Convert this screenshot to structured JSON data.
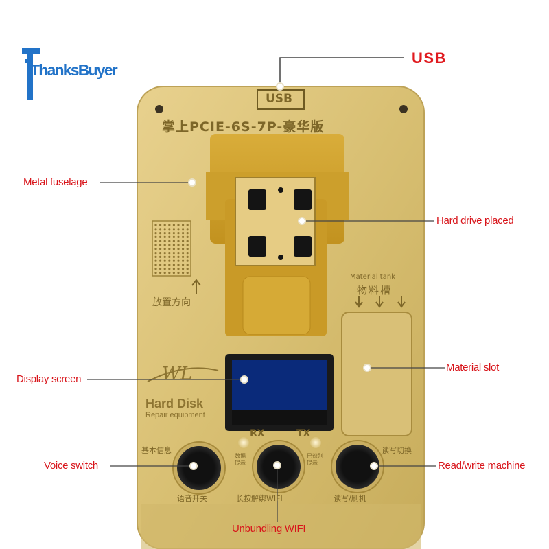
{
  "brand": {
    "name": "ThanksBuyer",
    "color": "#2273c8"
  },
  "device": {
    "usb_tag": "USB",
    "model_text": "掌上PCIE-6S-7P-豪华版",
    "placement_direction_text": "放置方向",
    "material_tank_en": "Material tank",
    "material_tank_cn": "物料槽",
    "logo_mark": "WL",
    "hard_disk_title": "Hard Disk",
    "hard_disk_subtitle": "Repair equipment",
    "rx_label": "RX",
    "tx_label": "TX",
    "basic_info": "基本信息",
    "data_prompt": "数据\n提示",
    "recognition_prompt": "已识别\n提示",
    "read_write_switch": "读写切换",
    "voice_switch_cn": "语音开关",
    "long_press_unbind_wifi": "长按解绑WIFI",
    "read_write_flash": "读写/刷机"
  },
  "callouts": {
    "usb": "USB",
    "metal_fuselage": "Metal fuselage",
    "hard_drive_placed": "Hard drive placed",
    "material_slot": "Material slot",
    "display_screen": "Display screen",
    "voice_switch": "Voice switch",
    "unbundling_wifi": "Unbundling WIFI",
    "read_write_machine": "Read/write machine"
  },
  "colors": {
    "body_gold": "#d9c071",
    "body_light": "#ead393",
    "body_dark": "#b59a4c",
    "callout_red": "#d8141a",
    "button_black": "#141414",
    "screen_blue": "#0a2a7a"
  }
}
